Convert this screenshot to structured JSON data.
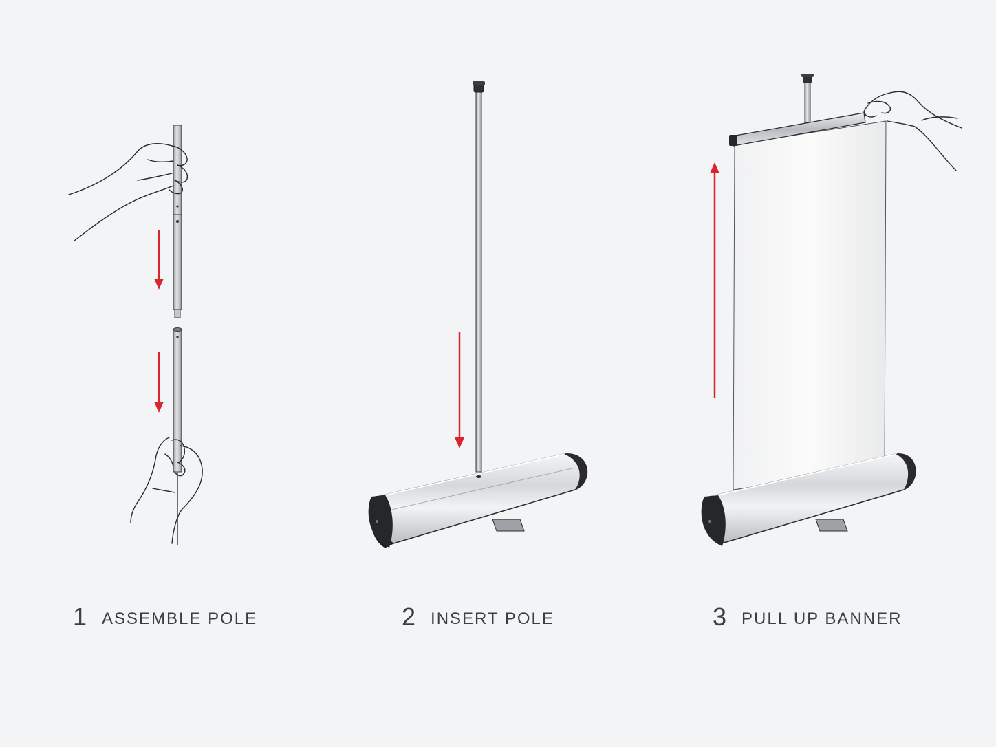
{
  "colors": {
    "background": "#f3f4f6",
    "arrow": "#d9262e",
    "line": "#2a2a2a",
    "metal": "#c9ccd0",
    "text": "#3b3d40"
  },
  "steps": [
    {
      "number": "1",
      "label": "ASSEMBLE POLE"
    },
    {
      "number": "2",
      "label": "INSERT POLE"
    },
    {
      "number": "3",
      "label": "PULL UP BANNER"
    }
  ]
}
